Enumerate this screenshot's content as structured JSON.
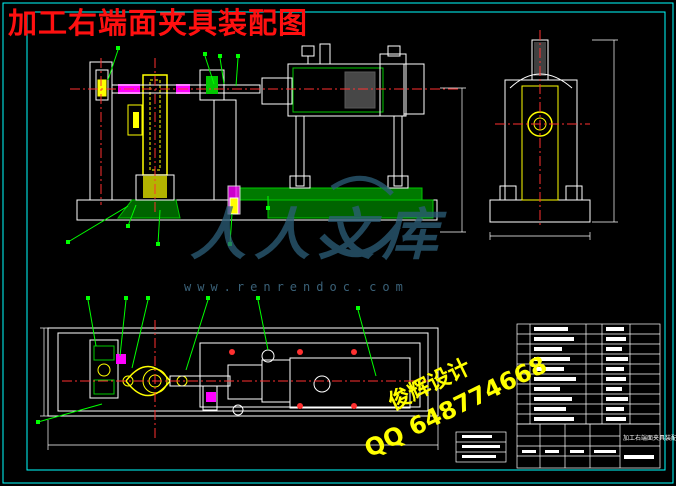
{
  "drawing": {
    "title": "加工右端面夹具装配图",
    "watermark_site": "www.renrendoc.com",
    "watermark_logo": "人人文库",
    "signature_name": "俊辉设计",
    "signature_qq": "QQ 648774668",
    "title_block_name": "加工右端面夹具装配图"
  },
  "colors": {
    "background": "#000000",
    "outline": "#ffffff",
    "frame": "#00ffff",
    "centerline": "#ff3030",
    "hatch": "#00c800",
    "leader": "#00ff00",
    "part": "#ffff00",
    "accent": "#ff00ff",
    "title": "#ff1010",
    "watermark": "#2d5f7a",
    "signature": "#ffff00"
  }
}
